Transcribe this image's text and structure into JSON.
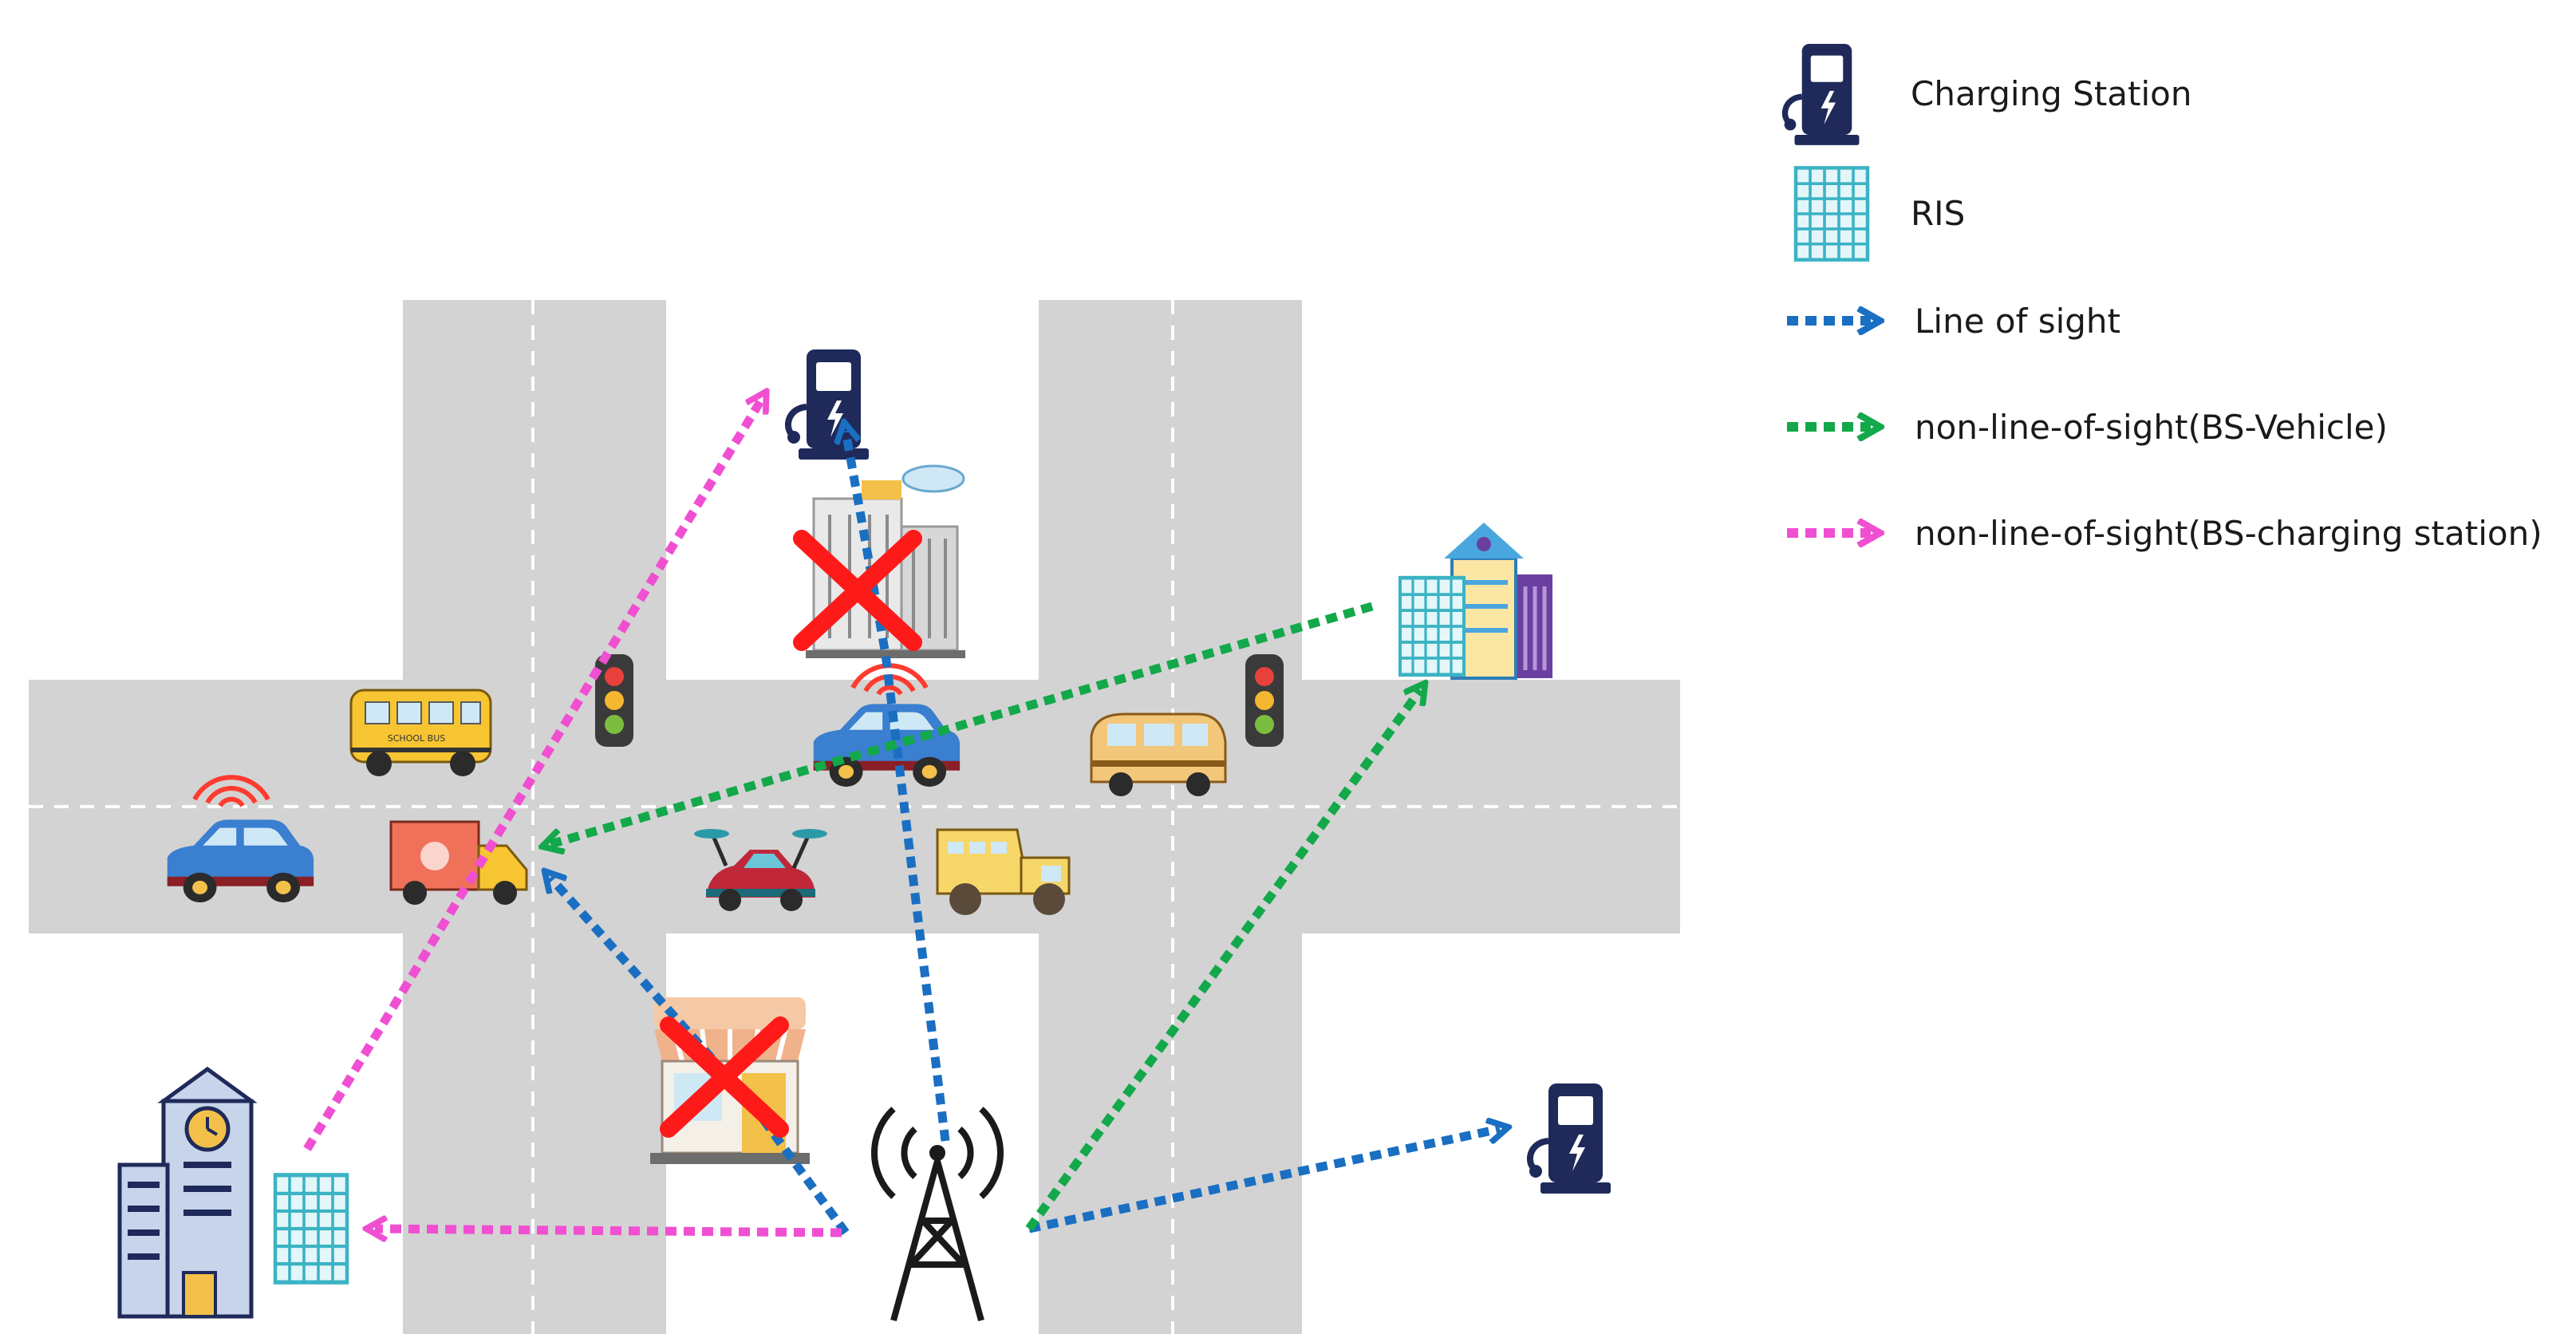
{
  "legend": {
    "items": [
      {
        "key": "charging_station",
        "label": "Charging Station",
        "icon": "charging-station-icon"
      },
      {
        "key": "ris",
        "label": "RIS",
        "icon": "ris-panel-icon"
      },
      {
        "key": "los",
        "label": "Line of sight",
        "icon": "dotted-arrow-icon",
        "color": "#1a6fc2"
      },
      {
        "key": "nlos_vehicle",
        "label": "non-line-of-sight(BS-Vehicle)",
        "icon": "dotted-arrow-icon",
        "color": "#13a84a"
      },
      {
        "key": "nlos_cs",
        "label": "non-line-of-sight(BS-charging station)",
        "icon": "dotted-arrow-icon",
        "color": "#f04fd2"
      }
    ]
  },
  "colors": {
    "road": "#d3d3d3",
    "line_of_sight": "#1a6fc2",
    "nlos_vehicle": "#13a84a",
    "nlos_charging_station": "#f04fd2",
    "blocked_mark": "#ff1a1a",
    "charging_station": "#1f2a5a",
    "ris": "#3bb3c4"
  },
  "signs": {
    "school_bus": "SCHOOL BUS"
  },
  "icons": [
    "base-station-tower-icon",
    "charging-station-icon",
    "ris-panel-icon",
    "office-building-icon",
    "clock-building-icon",
    "shop-icon",
    "traffic-light-icon",
    "school-bus-icon",
    "van-icon",
    "car-icon",
    "delivery-truck-icon",
    "flying-car-icon",
    "dump-truck-icon",
    "signal-waves-icon",
    "blocked-x-icon"
  ]
}
